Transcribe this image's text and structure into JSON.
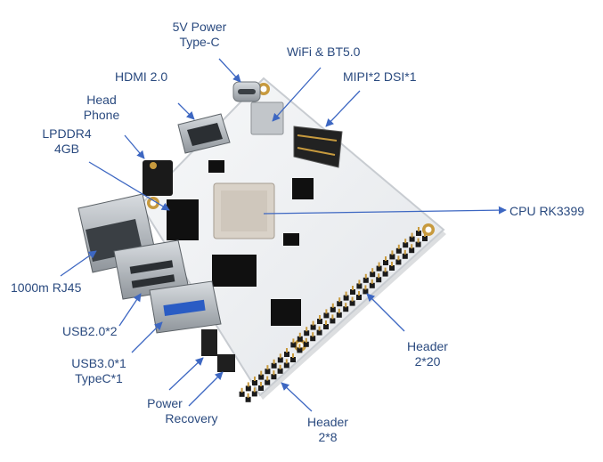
{
  "colors": {
    "label": "#2a4a7f",
    "arrow": "#3d67c2",
    "board": "#eef1f4",
    "board_edge": "#c8ccd1",
    "chip": "#101010",
    "soc": "#d9d2c8",
    "gold": "#c79a3e",
    "metal": "#b9bec4"
  },
  "labels": {
    "power_5v": [
      "5V Power",
      "Type-C"
    ],
    "wifi": [
      "WiFi & BT5.0"
    ],
    "hdmi": [
      "HDMI 2.0"
    ],
    "mipi": [
      "MIPI*2 DSI*1"
    ],
    "headphone": [
      "Head",
      "Phone"
    ],
    "lpddr": [
      "LPDDR4",
      "4GB"
    ],
    "cpu": [
      "CPU RK3399"
    ],
    "rj45": [
      "1000m RJ45"
    ],
    "usb2": [
      "USB2.0*2"
    ],
    "usb3": [
      "USB3.0*1",
      "TypeC*1"
    ],
    "power_recovery": [
      "Power",
      "Recovery"
    ],
    "header_2x20": [
      "Header",
      "2*20"
    ],
    "header_2x8": [
      "Header",
      "2*8"
    ]
  }
}
